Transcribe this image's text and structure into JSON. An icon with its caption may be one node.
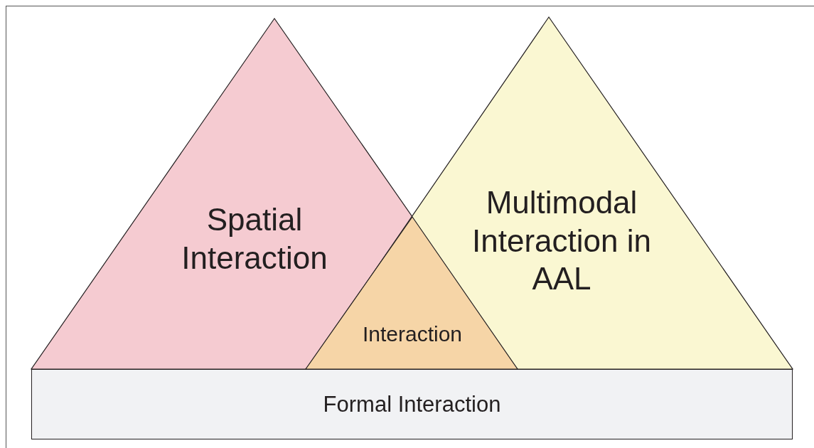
{
  "diagram": {
    "nodes": [
      {
        "text": [
          "Spatial Interaction"
        ]
      },
      {
        "text": [
          "Multimodal Interaction in AAL"
        ]
      },
      {
        "text": [
          "Interaction"
        ]
      },
      {
        "text": [
          "Formal Interaction"
        ]
      }
    ]
  }
}
